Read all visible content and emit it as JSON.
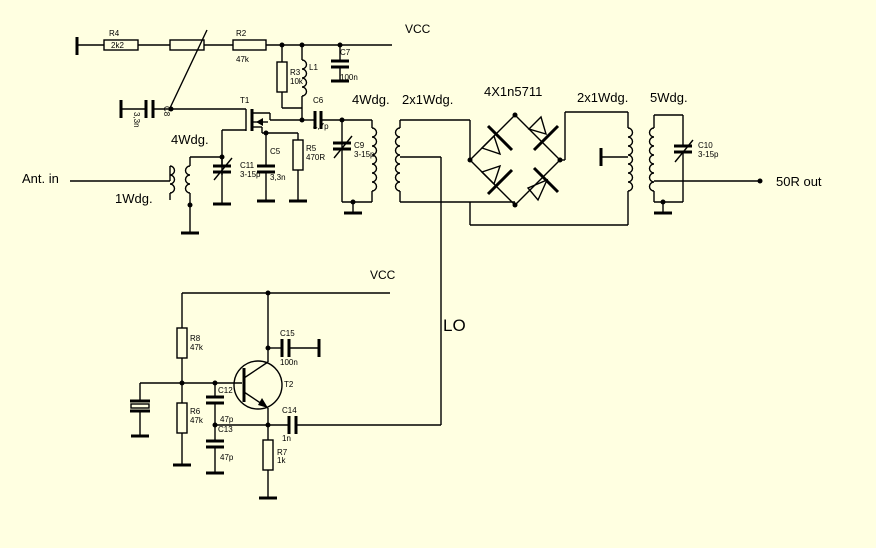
{
  "labels": {
    "vcc_top": "VCC",
    "vcc_osc": "VCC",
    "ant_in": "Ant. in",
    "out": "50R out",
    "lo": "LO",
    "wdg_1": "1Wdg.",
    "wdg_4_input": "4Wdg.",
    "wdg_4_drain": "4Wdg.",
    "wdg_2x1_left": "2x1Wdg.",
    "wdg_2x1_right": "2x1Wdg.",
    "wdg_5": "5Wdg.",
    "diodes": "4X1n5711"
  },
  "components": {
    "r4": {
      "name": "R4",
      "value": "2k2"
    },
    "r2": {
      "name": "R2",
      "value": "47k"
    },
    "r3": {
      "name": "R3",
      "value": "10k"
    },
    "l1": {
      "name": "L1"
    },
    "c7": {
      "name": "C7",
      "value": "100n"
    },
    "c8": {
      "name": "C8",
      "value": "3,3n"
    },
    "t1": {
      "name": "T1"
    },
    "c6": {
      "name": "C6",
      "value": "4,7p"
    },
    "c9": {
      "name": "C9",
      "value": "3-15p"
    },
    "c11": {
      "name": "C11",
      "value": "3-15p"
    },
    "c5": {
      "name": "C5",
      "value": "3,3n"
    },
    "r5": {
      "name": "R5",
      "value": "470R"
    },
    "c10": {
      "name": "C10",
      "value": "3-15p"
    },
    "r8": {
      "name": "R8",
      "value": "47k"
    },
    "r6": {
      "name": "R6",
      "value": "47k"
    },
    "c12": {
      "name": "C12",
      "value": "47p"
    },
    "c13": {
      "name": "C13",
      "value": "47p"
    },
    "c15": {
      "name": "C15",
      "value": "100n"
    },
    "c14": {
      "name": "C14",
      "value": "1n"
    },
    "r7": {
      "name": "R7",
      "value": "1k"
    },
    "t2": {
      "name": "T2"
    }
  }
}
